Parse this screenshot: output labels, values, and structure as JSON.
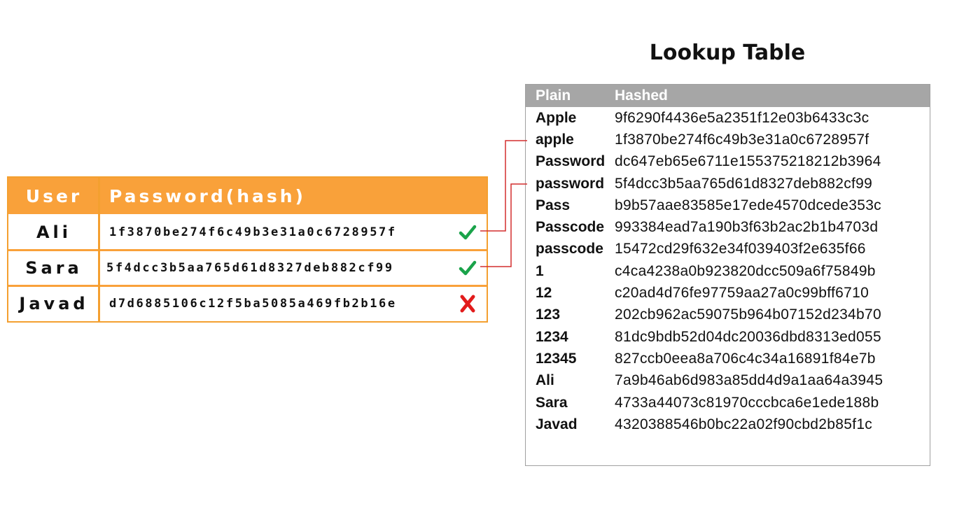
{
  "user_table": {
    "headers": {
      "user": "User",
      "password": "Password(hash)"
    },
    "rows": [
      {
        "user": "Ali",
        "hash": "1f3870be274f6c49b3e31a0c6728957f",
        "status": "match"
      },
      {
        "user": "Sara",
        "hash": "5f4dcc3b5aa765d61d8327deb882cf99",
        "status": "match"
      },
      {
        "user": "Javad",
        "hash": "d7d6885106c12f5ba5085a469fb2b16e",
        "status": "no-match"
      }
    ]
  },
  "lookup_table": {
    "title": "Lookup Table",
    "headers": {
      "plain": "Plain",
      "hashed": "Hashed"
    },
    "rows": [
      {
        "plain": "Apple",
        "hashed": "9f6290f4436e5a2351f12e03b6433c3c"
      },
      {
        "plain": "apple",
        "hashed": "1f3870be274f6c49b3e31a0c6728957f"
      },
      {
        "plain": "Password",
        "hashed": "dc647eb65e6711e155375218212b3964"
      },
      {
        "plain": "password",
        "hashed": "5f4dcc3b5aa765d61d8327deb882cf99"
      },
      {
        "plain": "Pass",
        "hashed": "b9b57aae83585e17ede4570dcede353c"
      },
      {
        "plain": "Passcode",
        "hashed": "993384ead7a190b3f63b2ac2b1b4703d"
      },
      {
        "plain": "passcode",
        "hashed": "15472cd29f632e34f039403f2e635f66"
      },
      {
        "plain": "1",
        "hashed": "c4ca4238a0b923820dcc509a6f75849b"
      },
      {
        "plain": "12",
        "hashed": "c20ad4d76fe97759aa27a0c99bff6710"
      },
      {
        "plain": "123",
        "hashed": "202cb962ac59075b964b07152d234b70"
      },
      {
        "plain": "1234",
        "hashed": "81dc9bdb52d04dc20036dbd8313ed055"
      },
      {
        "plain": "12345",
        "hashed": "827ccb0eea8a706c4c34a16891f84e7b"
      },
      {
        "plain": "Ali",
        "hashed": "7a9b46ab6d983a85dd4d9a1aa64a3945"
      },
      {
        "plain": "Sara",
        "hashed": "4733a44073c81970cccbca6e1ede188b"
      },
      {
        "plain": "Javad",
        "hashed": "4320388546b0bc22a02f90cbd2b85f1c"
      }
    ]
  },
  "colors": {
    "orange": "#f9a13a",
    "gray_header": "#a6a6a6",
    "check_green": "#1aa34a",
    "cross_red": "#e21b1b",
    "connector_red": "#d32f2f"
  },
  "icons": {
    "match": "check-icon",
    "no_match": "cross-icon"
  }
}
